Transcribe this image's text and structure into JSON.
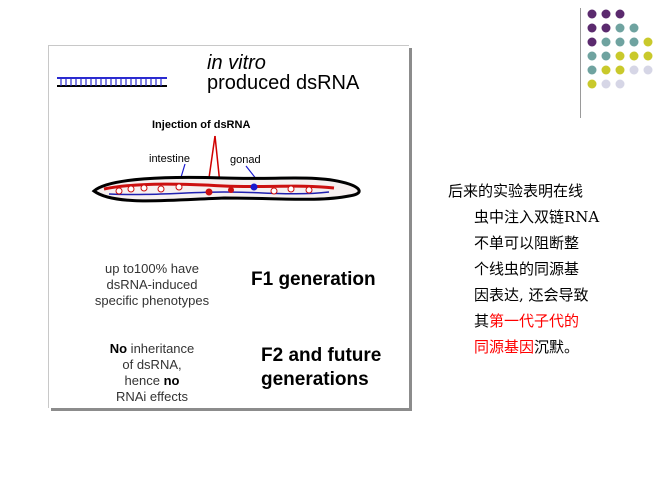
{
  "figure": {
    "title_italic": "in vitro",
    "title": "produced dsRNA",
    "injection_label": "Injection of dsRNA",
    "intestine_label": "intestine",
    "gonad_label": "gonad",
    "f1_phenotype": [
      "up to100% have",
      "dsRNA-induced",
      "specific phenotypes"
    ],
    "f1_generation": "F1 generation",
    "f2_text": {
      "no1": "No",
      "line1_rest": " inheritance",
      "line2": "of dsRNA,",
      "line3_prefix": "hence ",
      "no2": "no",
      "line4": "RNAi effects"
    },
    "f2_generation": [
      "F2 and future",
      "generations"
    ]
  },
  "text": {
    "line1": "后来的实验表明在线",
    "line2": "虫中注入双链RNA",
    "line3": "不单可以阻断整",
    "line4": "个线虫的同源基",
    "line5": "因表达, 还会导致",
    "line6_prefix": "其",
    "line6_red": "第一代子代的",
    "line7_red": "同源基因",
    "line7_suffix": "沉默。"
  },
  "colors": {
    "purple": "#5b2a6e",
    "teal": "#6fa3a0",
    "yellow": "#c9c92b",
    "light": "#d6d6e6",
    "highlight": "#ff0000"
  }
}
